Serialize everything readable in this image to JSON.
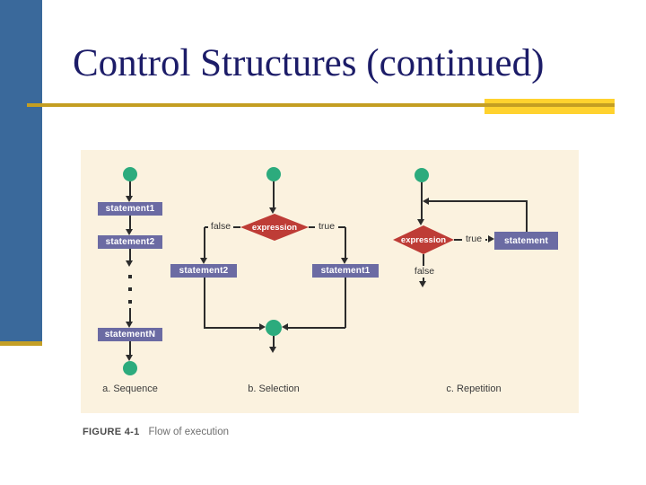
{
  "slide": {
    "title": "Control Structures (continued)"
  },
  "figure": {
    "caption": {
      "label": "FIGURE 4-1",
      "text": "Flow of execution"
    },
    "sequence": {
      "caption": "a. Sequence",
      "box1": "statement1",
      "box2": "statement2",
      "boxN": "statementN"
    },
    "selection": {
      "caption": "b. Selection",
      "condition": "expression",
      "false_label": "false",
      "true_label": "true",
      "false_box": "statement2",
      "true_box": "statement1"
    },
    "repetition": {
      "caption": "c. Repetition",
      "condition": "expression",
      "true_label": "true",
      "false_label": "false",
      "body_box": "statement"
    }
  },
  "colors": {
    "accent-bar": "#3A699B",
    "accent-bar-underline": "#C49F25",
    "title-text": "#1C1C68",
    "rule-gold": "#C49E22",
    "rule-highlight": "#FFD22E",
    "panel-bg": "#FBF2DF",
    "node-green": "#2CAB7D",
    "node-purple": "#6B6BA3",
    "node-red": "#BE3C36",
    "flow-line": "#2B2B2B",
    "diagram-text": "#3B3B3B",
    "caption-strong": "#4A4A4A",
    "caption-light": "#6E6E6E"
  }
}
